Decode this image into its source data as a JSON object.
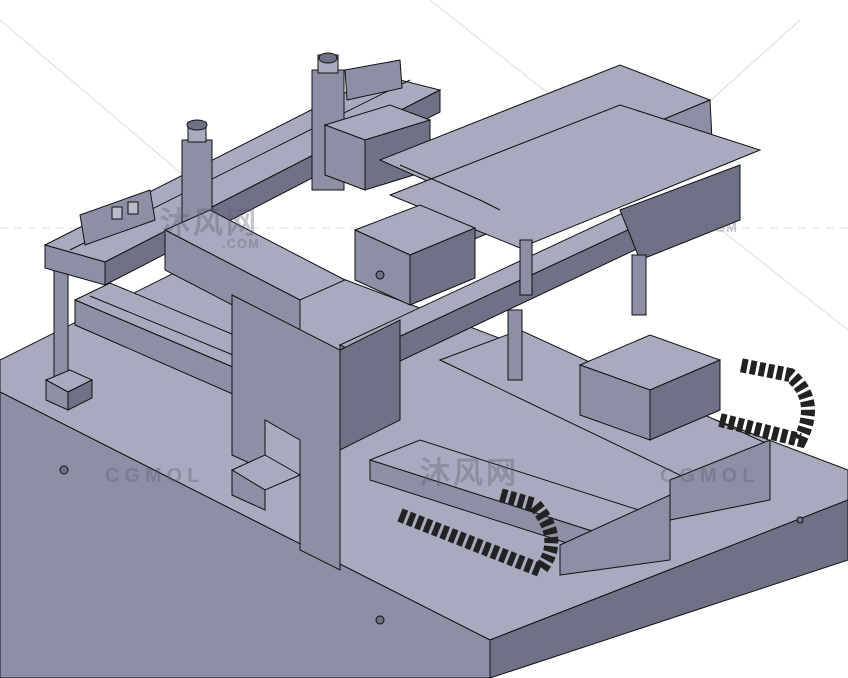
{
  "watermarks": {
    "cn_left": "沐风网",
    "com_left": ".COM",
    "com_right": ".COM",
    "cn_center": "沐风网",
    "en_left": "CGMOL",
    "en_right": "CGMOL"
  },
  "colors": {
    "top_face": "#a8aabf",
    "side_face": "#8d8fa6",
    "dark_face": "#6f7187",
    "edge": "#111111",
    "selection": "#4aa3d8"
  }
}
